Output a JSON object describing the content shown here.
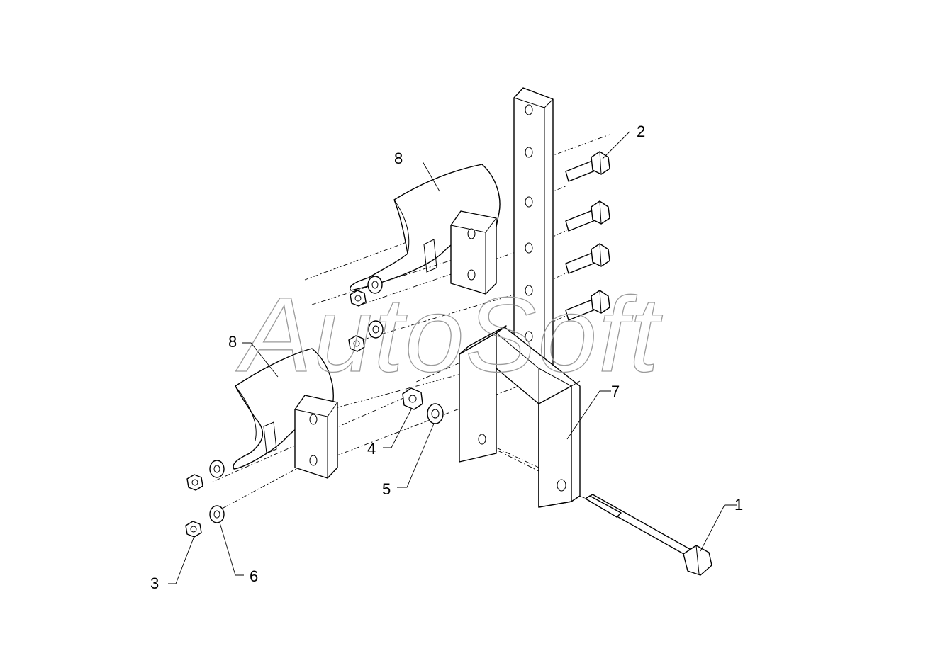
{
  "watermark": "AutoSoft",
  "callouts": {
    "c1": "1",
    "c2": "2",
    "c3": "3",
    "c4": "4",
    "c5": "5",
    "c6": "6",
    "c7": "7",
    "c8a": "8",
    "c8b": "8"
  },
  "colors": {
    "line": "#000000",
    "watermark": "#9a9a9a",
    "background": "#ffffff"
  }
}
